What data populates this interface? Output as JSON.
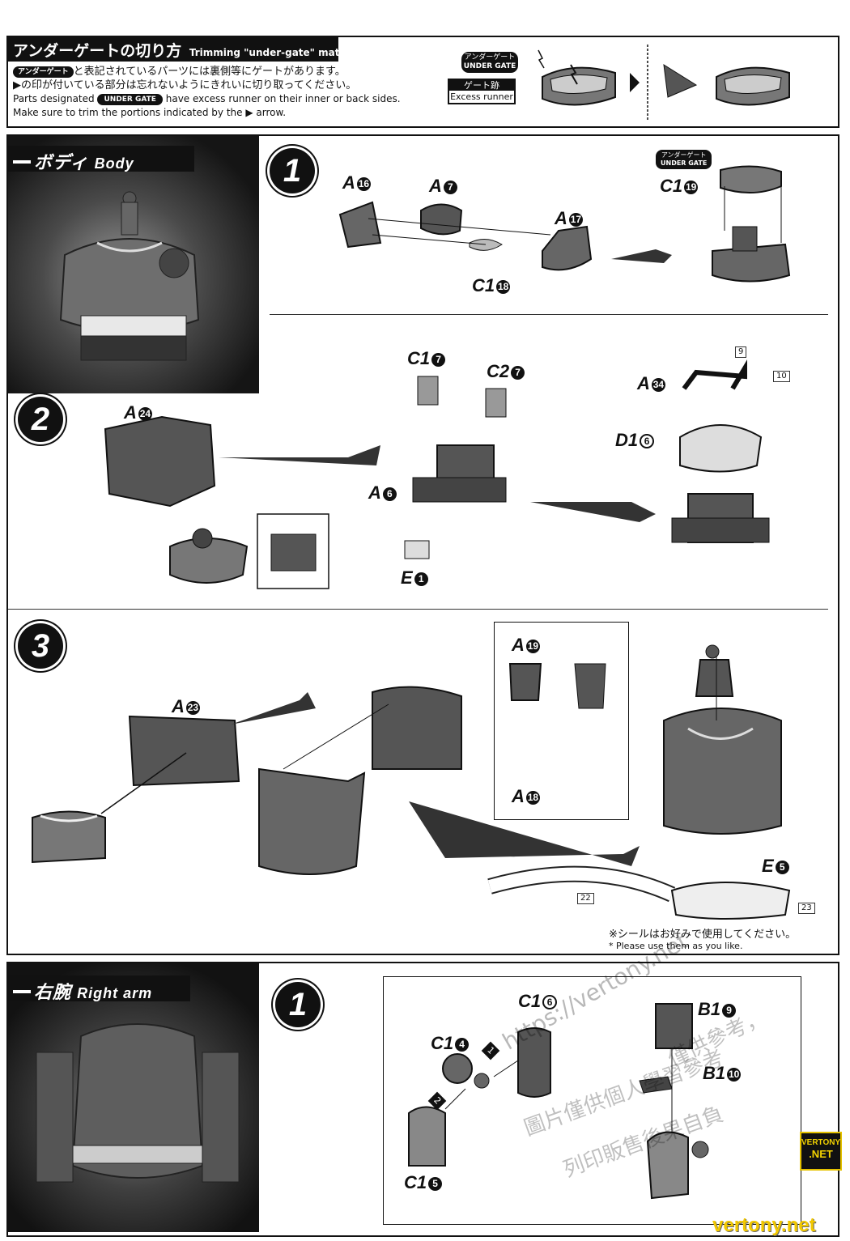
{
  "header": {
    "title_jp": "アンダーゲートの切り方",
    "title_en": "Trimming \"under-gate\" material",
    "badge_jp": "アンダーゲート",
    "line1_jp": "と表記されているパーツには裏側等にゲートがあります。",
    "line2_jp": "の印が付いている部分は忘れないようにきれいに切り取ってください。",
    "line3_en_a": "Parts designated",
    "badge_en": "UNDER GATE",
    "line3_en_b": "have excess runner on their inner or back sides.",
    "line4_en_a": "Make sure to trim the portions indicated by the",
    "line4_en_b": "arrow.",
    "legend_gate_jp": "アンダーゲート",
    "legend_gate_en": "UNDER GATE",
    "legend_mark_jp": "ゲート跡",
    "legend_mark_en": "Excess runner"
  },
  "sections": {
    "body": {
      "title_jp": "ボディ",
      "title_en": "Body"
    },
    "right_arm": {
      "title_jp": "右腕",
      "title_en": "Right arm"
    }
  },
  "steps": {
    "body_1": {
      "number": "1",
      "parts": [
        {
          "letter": "A",
          "num": "16"
        },
        {
          "letter": "A",
          "num": "7"
        },
        {
          "letter": "A",
          "num": "17"
        },
        {
          "letter": "C1",
          "num": "18"
        },
        {
          "letter": "C1",
          "num": "19"
        }
      ],
      "gate_badge_jp": "アンダーゲート",
      "gate_badge_en": "UNDER GATE"
    },
    "body_2": {
      "number": "2",
      "parts": [
        {
          "letter": "A",
          "num": "24"
        },
        {
          "letter": "C1",
          "num": "7"
        },
        {
          "letter": "C2",
          "num": "7"
        },
        {
          "letter": "A",
          "num": "6"
        },
        {
          "letter": "E",
          "num": "1"
        },
        {
          "letter": "A",
          "num": "34"
        },
        {
          "letter": "D1",
          "num": "6"
        }
      ],
      "stickers": [
        "9",
        "10"
      ]
    },
    "body_3": {
      "number": "3",
      "parts": [
        {
          "letter": "A",
          "num": "23"
        },
        {
          "letter": "A",
          "num": "19"
        },
        {
          "letter": "A",
          "num": "18"
        },
        {
          "letter": "E",
          "num": "5"
        }
      ],
      "stickers": [
        "22",
        "23"
      ],
      "note_jp": "※シールはお好みで使用してください。",
      "note_en": "* Please use them as you like."
    },
    "arm_1": {
      "number": "1",
      "parts": [
        {
          "letter": "C1",
          "num": "6"
        },
        {
          "letter": "C1",
          "num": "4"
        },
        {
          "letter": "C1",
          "num": "5"
        },
        {
          "letter": "B1",
          "num": "9"
        },
        {
          "letter": "B1",
          "num": "10"
        }
      ],
      "order": [
        "1",
        "2"
      ]
    }
  },
  "watermarks": {
    "url": "https://vertony.net",
    "cn_line1": "僅供參考，",
    "cn_line2": "圖片僅供個人學習參考",
    "cn_line3": "列印販售後果自負",
    "logo_top": "VERTONY",
    "logo_bottom": ".NET",
    "bottom": "vertony.net"
  }
}
